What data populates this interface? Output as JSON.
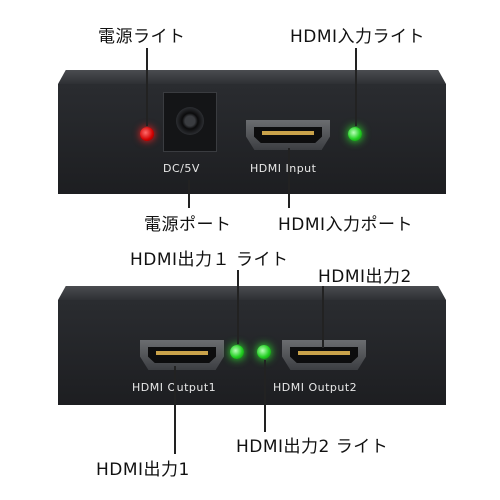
{
  "callouts": {
    "power_light": "電源ライト",
    "hdmi_input_light": "HDMI入力ライト",
    "power_port": "電源ポート",
    "hdmi_input_port": "HDMI入力ポート",
    "hdmi_output1_light": "HDMI出力１ ライト",
    "hdmi_output2": "HDMI出力2",
    "hdmi_output2_light": "HDMI出力2 ライト",
    "hdmi_output1": "HDMI出力1"
  },
  "ports": {
    "dc": "DC/5V",
    "hdmi_input": "HDMI Input",
    "hdmi_output1": "HDMI Output1",
    "hdmi_output2": "HDMI Output2"
  },
  "colors": {
    "power_led": "#e01010",
    "hdmi_led": "#22d022",
    "device_body": "#222327"
  }
}
